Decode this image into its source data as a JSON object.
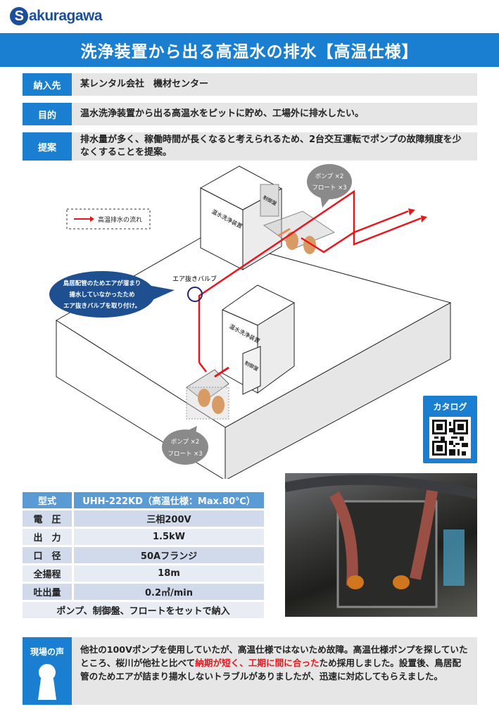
{
  "logo": {
    "initial": "S",
    "rest": "akuragawa"
  },
  "title": "洗浄装置から出る高温水の排水【高温仕様】",
  "rows": [
    {
      "label": "納入先",
      "text": "某レンタル会社　機材センター"
    },
    {
      "label": "目的",
      "text": "温水洗浄装置から出る高温水をピットに貯め、工場外に排水したい。"
    },
    {
      "label": "提案",
      "text": "排水量が多く、稼働時間が長くなると考えられるため、2台交互運転でポンプの故障頻度を少なくすることを提案。"
    }
  ],
  "diagram": {
    "legend": "高温排水の流れ",
    "washer": "温水洗浄装置",
    "panel": "制御盤",
    "valve_label": "エア抜きバルブ",
    "bubble_note": [
      "鳥居配管のためエアが溜まり",
      "揚水していなかったため",
      "エア抜きバルブを取り付け。"
    ],
    "pump_count": "ポンプ ×2",
    "float_count": "フロート ×3",
    "colors": {
      "flow": "#e8161b",
      "note": "#1d4f91"
    }
  },
  "catalog": {
    "label": "カタログ"
  },
  "spec": {
    "header": {
      "label": "型式",
      "value": "UHH-222KD（高温仕様：Max.80℃）"
    },
    "rows": [
      {
        "label": "電　圧",
        "value": "三相200V"
      },
      {
        "label": "出　力",
        "value": "1.5kW"
      },
      {
        "label": "口　径",
        "value": "50Aフランジ"
      },
      {
        "label": "全揚程",
        "value": "18m"
      },
      {
        "label": "吐出量",
        "value": "0.2㎥/min"
      }
    ],
    "footer": "ポンプ、制御盤、フロートをセットで納入"
  },
  "voice": {
    "label": "現場の声",
    "text1": "他社の100Vポンプを使用していたが、高温仕様ではないため故障。高温仕様ポンプを探していたところ、桜川が他社と比べて",
    "highlight": "納期が短く、工期に間に合った",
    "text2": "ため採用しました。設置後、鳥居配管のためエアが詰まり揚水しないトラブルがありましたが、迅速に対応してもらえました。"
  }
}
